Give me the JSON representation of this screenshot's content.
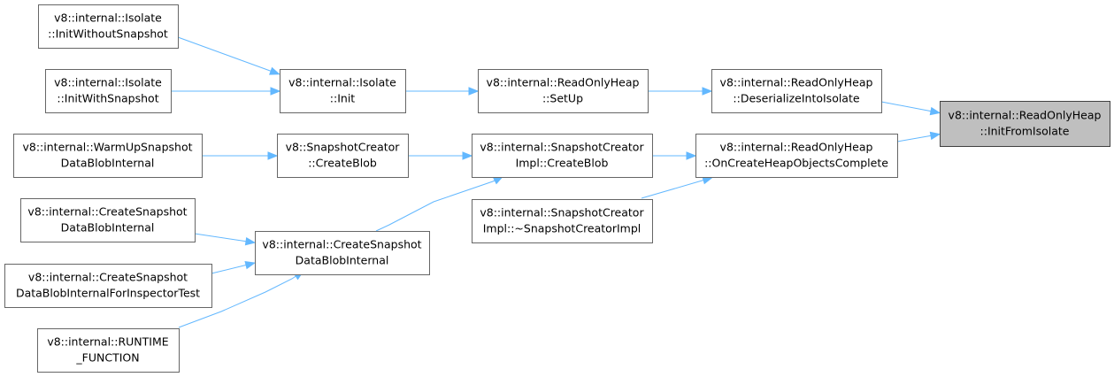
{
  "nodes": [
    {
      "id": "n_initwithout",
      "lines": [
        "v8::internal::Isolate",
        "::InitWithoutSnapshot"
      ]
    },
    {
      "id": "n_initwith",
      "lines": [
        "v8::internal::Isolate",
        "::InitWithSnapshot"
      ]
    },
    {
      "id": "n_isolate_init",
      "lines": [
        "v8::internal::Isolate",
        "::Init"
      ]
    },
    {
      "id": "n_setup",
      "lines": [
        "v8::internal::ReadOnlyHeap",
        "::SetUp"
      ]
    },
    {
      "id": "n_deserialize",
      "lines": [
        "v8::internal::ReadOnlyHeap",
        "::DeserializeIntoIsolate"
      ]
    },
    {
      "id": "n_initfromisolate",
      "lines": [
        "v8::internal::ReadOnlyHeap",
        "::InitFromIsolate"
      ],
      "highlight": true
    },
    {
      "id": "n_warmup",
      "lines": [
        "v8::internal::WarmUpSnapshot",
        "DataBlobInternal"
      ]
    },
    {
      "id": "n_creator_createblob",
      "lines": [
        "v8::SnapshotCreator",
        "::CreateBlob"
      ]
    },
    {
      "id": "n_impl_createblob",
      "lines": [
        "v8::internal::SnapshotCreator",
        "Impl::CreateBlob"
      ]
    },
    {
      "id": "n_oncreate",
      "lines": [
        "v8::internal::ReadOnlyHeap",
        "::OnCreateHeapObjectsComplete"
      ]
    },
    {
      "id": "n_impl_dtor",
      "lines": [
        "v8::internal::SnapshotCreator",
        "Impl::~SnapshotCreatorImpl"
      ]
    },
    {
      "id": "n_createsnap_left",
      "lines": [
        "v8::internal::CreateSnapshot",
        "DataBlobInternal"
      ]
    },
    {
      "id": "n_createsnap_mid",
      "lines": [
        "v8::internal::CreateSnapshot",
        "DataBlobInternal"
      ]
    },
    {
      "id": "n_createsnap_inspector",
      "lines": [
        "v8::internal::CreateSnapshot",
        "DataBlobInternalForInspectorTest"
      ]
    },
    {
      "id": "n_runtime",
      "lines": [
        "v8::internal::RUNTIME",
        "_FUNCTION"
      ]
    }
  ],
  "edges": [
    {
      "from": "n_initwithout",
      "to": "n_isolate_init"
    },
    {
      "from": "n_initwith",
      "to": "n_isolate_init"
    },
    {
      "from": "n_isolate_init",
      "to": "n_setup"
    },
    {
      "from": "n_setup",
      "to": "n_deserialize"
    },
    {
      "from": "n_deserialize",
      "to": "n_initfromisolate"
    },
    {
      "from": "n_oncreate",
      "to": "n_initfromisolate"
    },
    {
      "from": "n_warmup",
      "to": "n_creator_createblob"
    },
    {
      "from": "n_creator_createblob",
      "to": "n_impl_createblob"
    },
    {
      "from": "n_impl_createblob",
      "to": "n_oncreate"
    },
    {
      "from": "n_impl_dtor",
      "to": "n_oncreate"
    },
    {
      "from": "n_createsnap_mid",
      "to": "n_impl_createblob"
    },
    {
      "from": "n_createsnap_left",
      "to": "n_createsnap_mid"
    },
    {
      "from": "n_createsnap_inspector",
      "to": "n_createsnap_mid"
    },
    {
      "from": "n_runtime",
      "to": "n_createsnap_mid"
    }
  ]
}
